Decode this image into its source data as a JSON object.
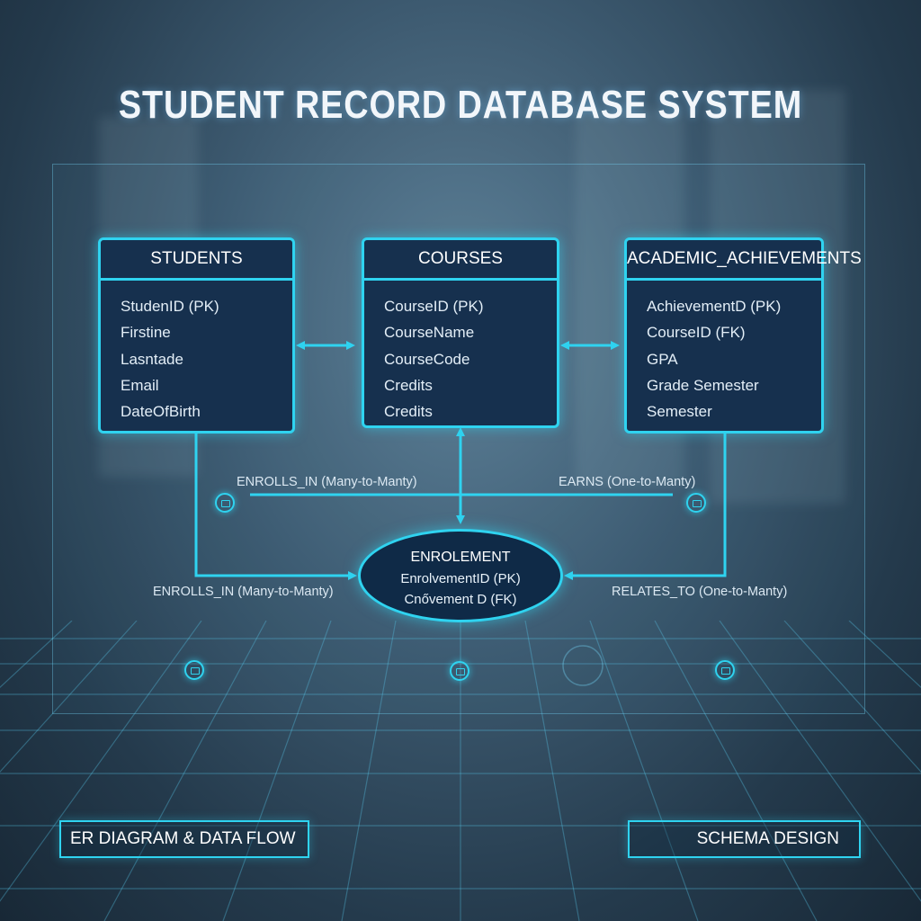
{
  "title": "STUDENT RECORD DATABASE SYSTEM",
  "entities": {
    "students": {
      "name": "STUDENTS",
      "attributes": [
        "StudenID (PK)",
        "Firstine",
        "Lasntade",
        "Email",
        "DateOfBirth"
      ]
    },
    "courses": {
      "name": "COURSES",
      "attributes": [
        "CourseID (PK)",
        "CourseName",
        "CourseCode",
        "Credits",
        "Credits"
      ]
    },
    "achievements": {
      "name": "ACADEMIC_ACHIEVEMENTS",
      "attributes": [
        "AchievementD (PK)",
        "CourseID (FK)",
        "GPA",
        "Grade   Semester",
        "Semester"
      ]
    }
  },
  "enrollment": {
    "name": "ENROLEMENT",
    "attributes": [
      "EnrolvementID (PK)",
      "Cnővement D (FK)"
    ]
  },
  "relationships": {
    "enrolls_top": "ENROLLS_IN (Many-to-Manty)",
    "earns": "EARNS (One-to-Manty)",
    "enrolls_left": "ENROLLS_IN (Many-to-Manty)",
    "relates_to": "RELATES_TO (One-to-Manty)"
  },
  "footer": {
    "left": "ER DIAGRAM & DATA FLOW",
    "right": "SCHEMA DESIGN"
  },
  "colors": {
    "accent": "#2fd3f0",
    "box_fill": "#16304e",
    "ellipse_fill": "#0f2a47",
    "text": "#e8f2fa"
  },
  "icons": [
    "database-icon",
    "database-icon",
    "database-icon",
    "database-icon",
    "database-icon"
  ]
}
